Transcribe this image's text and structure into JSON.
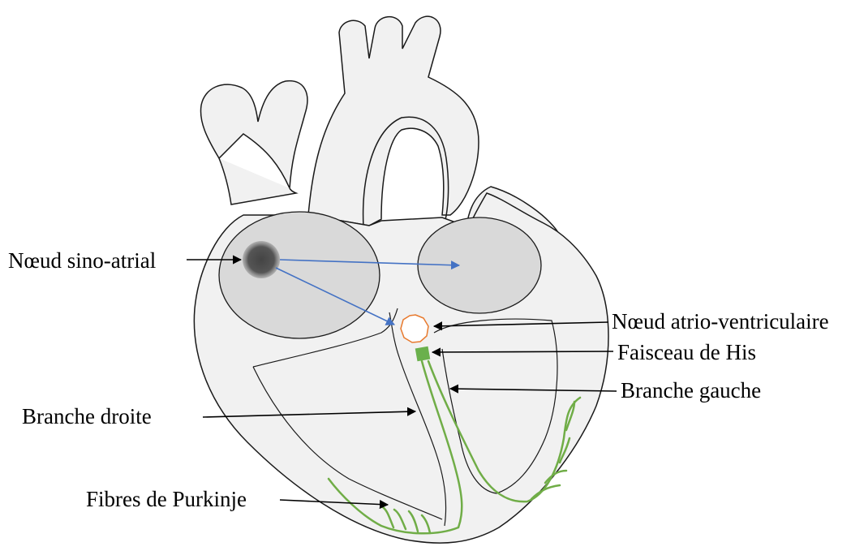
{
  "labels": {
    "sinoatrial_node": "Nœud sino-atrial",
    "av_node": "Nœud atrio-ventriculaire",
    "bundle_of_his": "Faisceau de His",
    "left_branch": "Branche gauche",
    "right_branch": "Branche droite",
    "purkinje_fibers": "Fibres de Purkinje"
  },
  "colors": {
    "heart_fill": "#f1f1f1",
    "outline": "#1a1a1a",
    "atrium_fill": "#d9d9d9",
    "sa_node": "#4a4a4a",
    "av_node_stroke": "#e87a2e",
    "his_bundle": "#6ab04c",
    "conduction_fibers": "#70ad47",
    "signal_arrows": "#4472c4",
    "label_arrows": "#000000"
  }
}
